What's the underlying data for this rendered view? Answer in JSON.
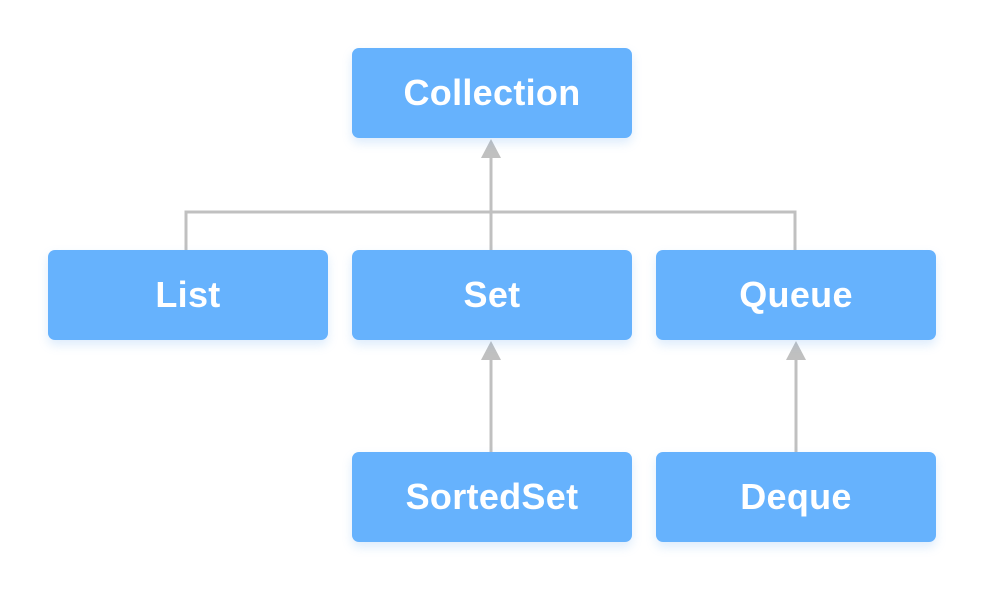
{
  "colors": {
    "node_fill": "#66b2fd",
    "node_text": "#ffffff",
    "connector": "#c0c0c0"
  },
  "nodes": {
    "collection": "Collection",
    "list": "List",
    "set": "Set",
    "queue": "Queue",
    "sortedset": "SortedSet",
    "deque": "Deque"
  }
}
